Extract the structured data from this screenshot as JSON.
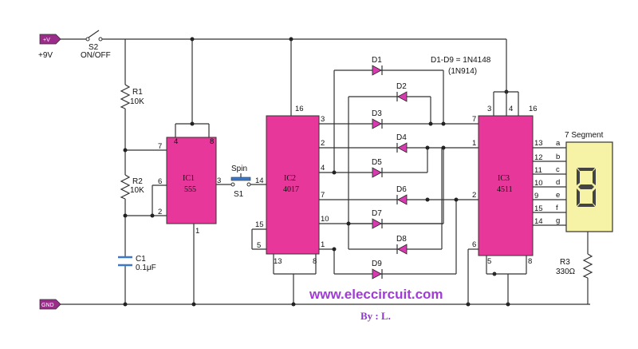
{
  "power": {
    "terminal": "+V",
    "label": "+9V",
    "gnd": "GND"
  },
  "switch_s2": {
    "name": "S2",
    "label": "ON/OFF"
  },
  "r1": {
    "name": "R1",
    "value": "10K"
  },
  "r2": {
    "name": "R2",
    "value": "10K"
  },
  "c1": {
    "name": "C1",
    "value": "0.1μF"
  },
  "ic1": {
    "name": "IC1",
    "part": "555",
    "pins": [
      "4",
      "8",
      "7",
      "6",
      "2",
      "3",
      "1"
    ]
  },
  "switch_s1": {
    "title": "Spin",
    "name": "S1"
  },
  "ic2": {
    "name": "IC2",
    "part": "4017",
    "pins": [
      "16",
      "3",
      "2",
      "4",
      "7",
      "10",
      "1",
      "14",
      "15",
      "5",
      "13",
      "8"
    ]
  },
  "diodes": {
    "note": "D1-D9 = 1N4148",
    "note2": "(1N914)",
    "labels": [
      "D1",
      "D2",
      "D3",
      "D4",
      "D5",
      "D6",
      "D7",
      "D8",
      "D9"
    ]
  },
  "ic3": {
    "name": "IC3",
    "part": "4511",
    "pins": [
      "3",
      "4",
      "16",
      "7",
      "1",
      "2",
      "6",
      "5",
      "8",
      "13",
      "12",
      "11",
      "10",
      "9",
      "15",
      "14"
    ]
  },
  "segment": {
    "title": "7 Segment",
    "letters": [
      "a",
      "b",
      "c",
      "d",
      "e",
      "f",
      "g"
    ]
  },
  "r3": {
    "name": "R3",
    "value": "330Ω"
  },
  "footer": {
    "url": "www.eleccircuit.com",
    "author": "By : L."
  }
}
